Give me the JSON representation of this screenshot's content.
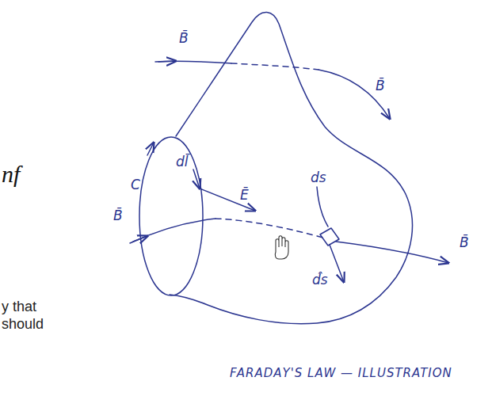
{
  "diagram": {
    "labels": [
      "B̄",
      "B̄",
      "C",
      "dl̄",
      "Ē",
      "ds",
      "B̄",
      "B̄",
      "d̂s",
      "FARADAY'S LAW — ILLUSTRATION",
      "nf",
      "y that",
      "should"
    ]
  }
}
